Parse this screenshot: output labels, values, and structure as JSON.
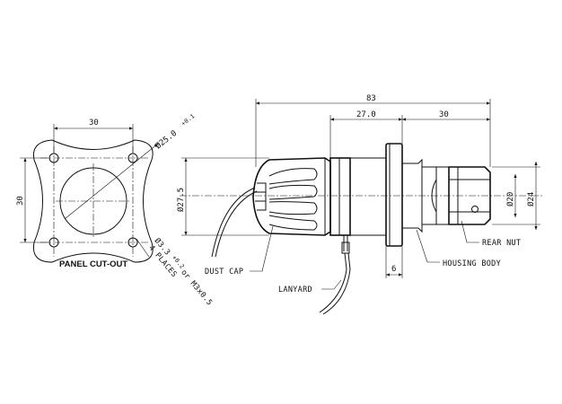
{
  "panel_cutout": {
    "title": "PANEL CUT-OUT",
    "width_dim": "30",
    "height_dim": "30",
    "hole_dia": "Ø25.0",
    "hole_tol": "+0.1",
    "mount_hole": "Ø3.3",
    "mount_tol": "+0.2",
    "mount_alt": "or M3x0.5",
    "mount_qty": "4 PLACES"
  },
  "side_view": {
    "overall_length": "83",
    "cap_length": "27.0",
    "rear_length": "30",
    "cap_dia": "Ø27.5",
    "nut_dia_small": "Ø20",
    "nut_dia_large": "Ø24",
    "flange_thk": "6"
  },
  "callouts": {
    "dust_cap": "DUST CAP",
    "lanyard": "LANYARD",
    "housing_body": "HOUSING BODY",
    "rear_nut": "REAR NUT"
  }
}
